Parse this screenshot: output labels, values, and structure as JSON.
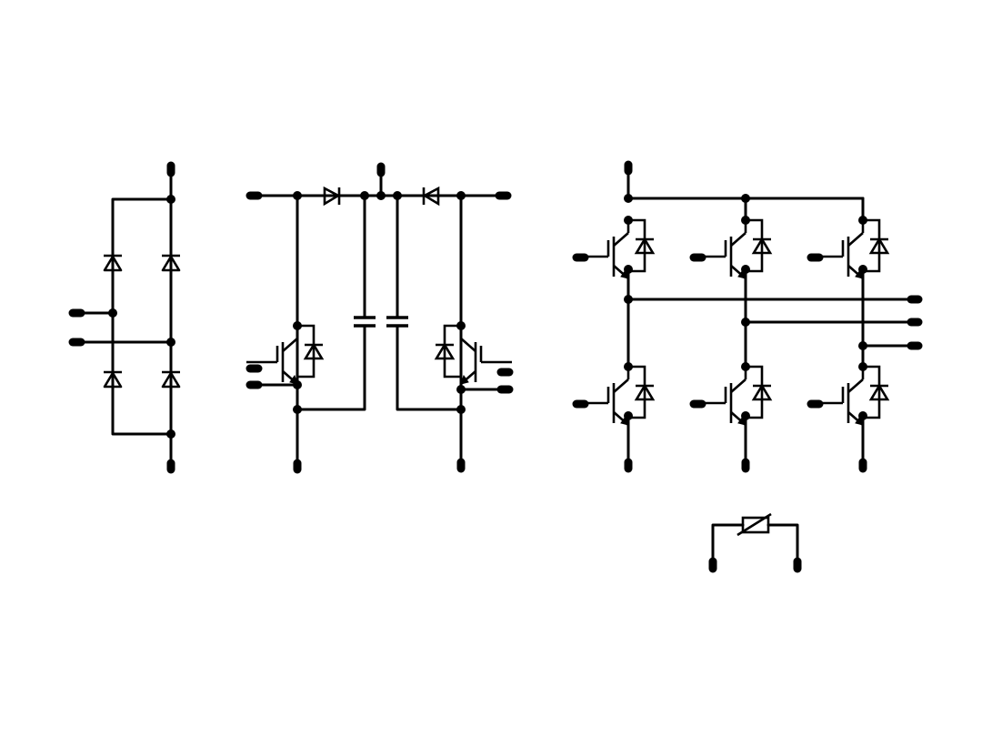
{
  "diagram": {
    "background_color": "#ffffff",
    "line_color": "#000000",
    "sections": [
      {
        "id": "rectifier-bridge",
        "components": [
          "diode",
          "diode",
          "diode",
          "diode"
        ]
      },
      {
        "id": "boost-brake-stage",
        "components": [
          "diode",
          "diode",
          "capacitor",
          "capacitor",
          "igbt-with-diode",
          "igbt-with-diode"
        ]
      },
      {
        "id": "three-phase-inverter",
        "components": [
          "igbt-with-diode",
          "igbt-with-diode",
          "igbt-with-diode",
          "igbt-with-diode",
          "igbt-with-diode",
          "igbt-with-diode"
        ]
      },
      {
        "id": "thermistor",
        "components": [
          "ntc-thermistor"
        ]
      }
    ]
  }
}
